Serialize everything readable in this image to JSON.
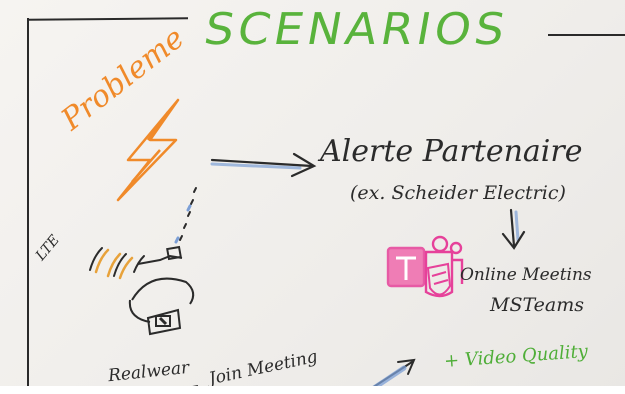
{
  "board": {
    "title": "SCENARIOS",
    "probleme": "Probleme",
    "alerte": "Alerte Partenaire",
    "alerte_example": "(ex. Scheider Electric)",
    "online_meeting": "Online Meetins",
    "msteams": "MSTeams",
    "lte": "LTE",
    "realwear": "Realwear",
    "join_meeting": "Join Meeting",
    "video_quality": "+ Video Quality"
  },
  "colors": {
    "title_green": "#59b33c",
    "probleme_orange": "#f08a2a",
    "teams_pink": "#e6419a",
    "ink_black": "#2b2b2b",
    "arrow_blue": "#7c9fd6",
    "wave_orange": "#e8a23a"
  },
  "icons": {
    "lightning": "lightning-bolt-icon",
    "teams": "teams-logo-icon",
    "shield": "shield-icon",
    "headset": "headset-sketch-icon"
  }
}
